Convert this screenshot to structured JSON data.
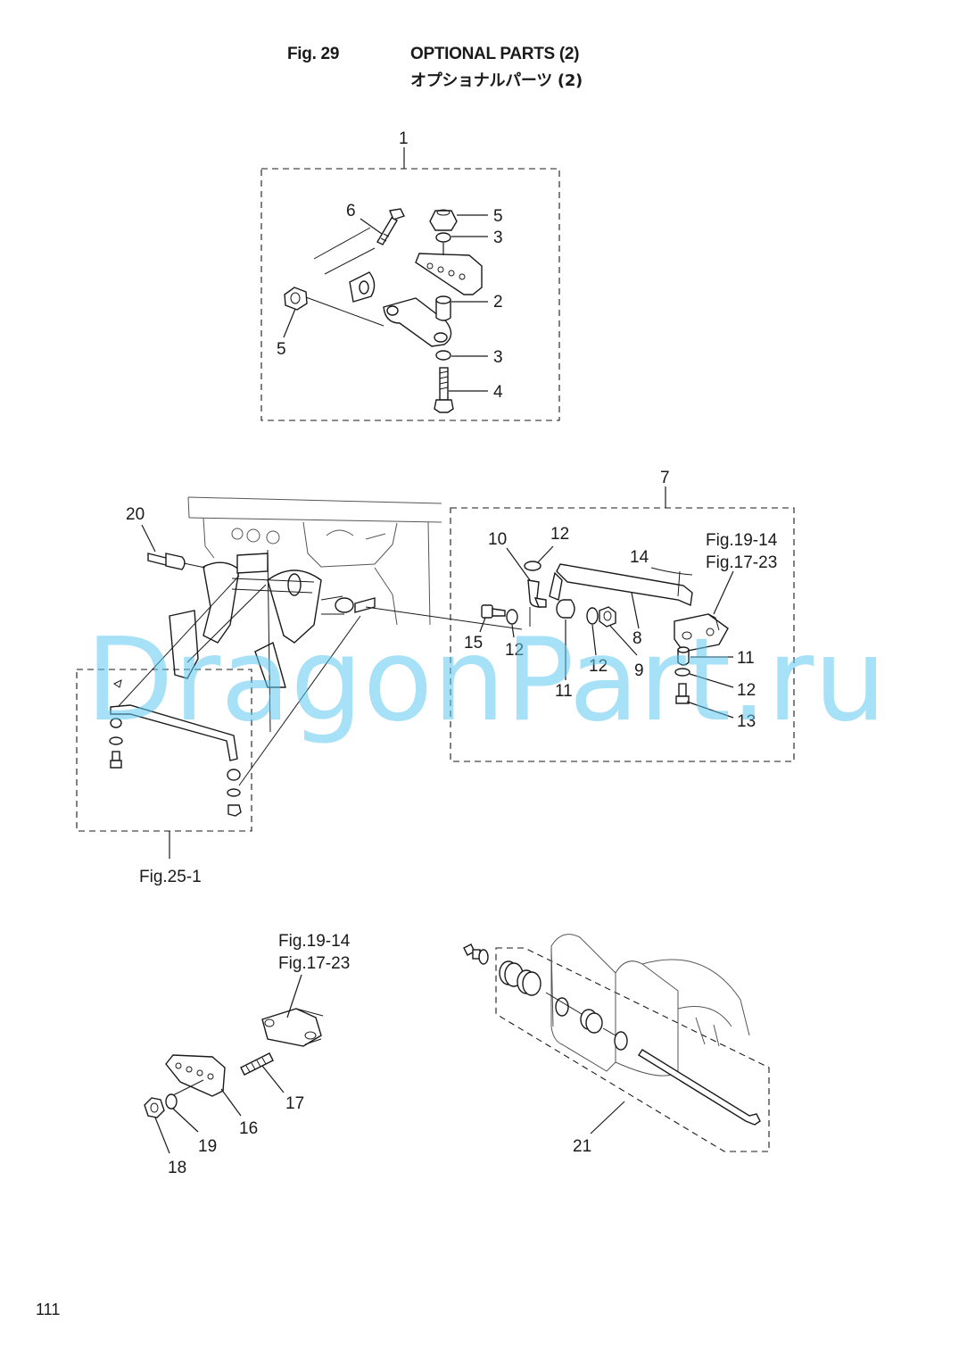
{
  "header": {
    "figure_number": "Fig. 29",
    "title": "OPTIONAL PARTS (2)",
    "title_jp": "オプショナルパーツ (2)"
  },
  "page_number": "111",
  "watermark": "DragonPart.ru",
  "groups": {
    "g1": "1",
    "g7": "7",
    "fig25": "Fig.25-1"
  },
  "references": {
    "upper_a": "Fig.19-14",
    "upper_b": "Fig.17-23",
    "lower_a": "Fig.19-14",
    "lower_b": "Fig.17-23"
  },
  "callouts": {
    "p2": "2",
    "p3a": "3",
    "p3b": "3",
    "p4": "4",
    "p5a": "5",
    "p5b": "5",
    "p6": "6",
    "p8": "8",
    "p9": "9",
    "p10": "10",
    "p11a": "11",
    "p11b": "11",
    "p12a": "12",
    "p12b": "12",
    "p12c": "12",
    "p12d": "12",
    "p13": "13",
    "p14": "14",
    "p15": "15",
    "p16": "16",
    "p17": "17",
    "p18": "18",
    "p19": "19",
    "p20": "20",
    "p21": "21"
  },
  "colors": {
    "line": "#1a1a1a",
    "watermark": "#5cc8f2",
    "background": "#ffffff"
  }
}
